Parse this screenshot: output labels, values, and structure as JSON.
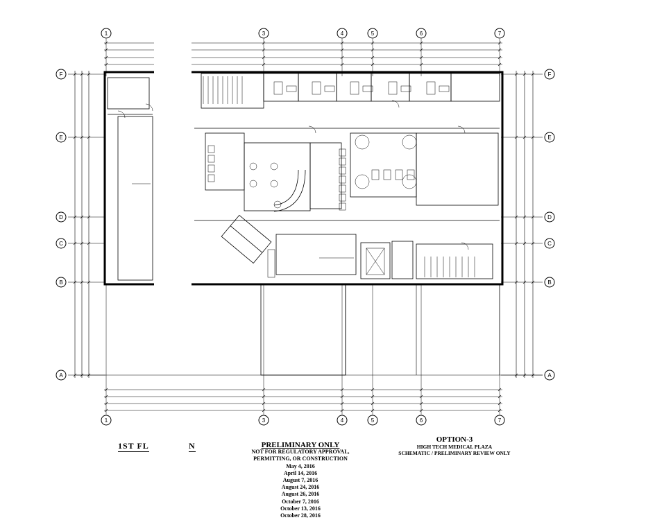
{
  "grid": {
    "columns": [
      "1",
      "3",
      "4",
      "5",
      "6",
      "7"
    ],
    "rows": [
      "F",
      "E",
      "D",
      "C",
      "B",
      "A"
    ]
  },
  "titles": {
    "left_part_a": "1ST FL",
    "left_part_b": "N"
  },
  "preliminary": {
    "heading": "PRELIMINARY ONLY",
    "lines": [
      "NOT FOR REGULATORY APPROVAL,",
      "PERMITTING, OR CONSTRUCTION",
      "May 4, 2016",
      "April 14, 2016",
      "August 7, 2016",
      "August 24, 2016",
      "August 26, 2016",
      "October 7, 2016",
      "October 13, 2016",
      "October 28, 2016"
    ]
  },
  "option": {
    "heading": "OPTION-3",
    "lines": [
      "HIGH TECH MEDICAL PLAZA",
      "SCHEMATIC / PRELIMINARY REVIEW ONLY"
    ]
  },
  "colors": {
    "ink": "#000000",
    "paper": "#ffffff"
  }
}
